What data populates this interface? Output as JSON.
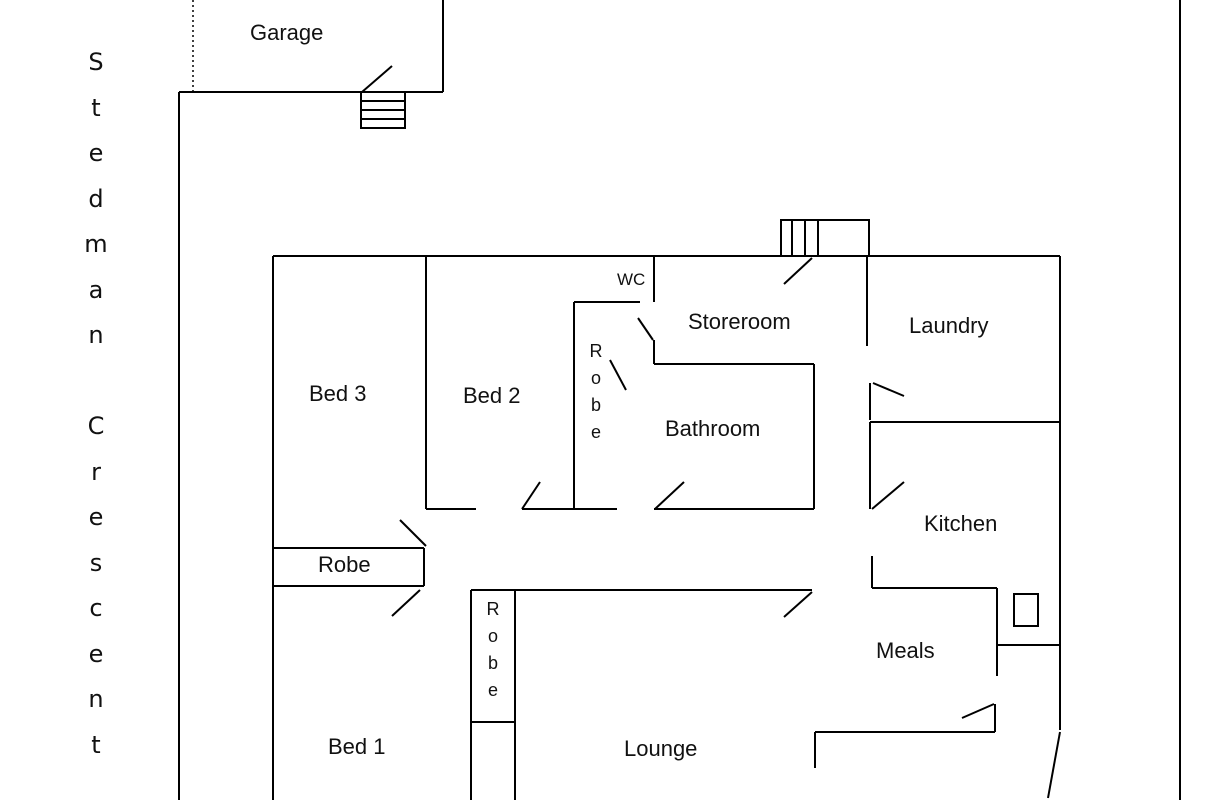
{
  "street": {
    "word1": [
      "S",
      "t",
      "e",
      "d",
      "m",
      "a",
      "n"
    ],
    "word2": [
      "C",
      "r",
      "e",
      "s",
      "c",
      "e",
      "n",
      "t"
    ]
  },
  "rooms": {
    "garage": "Garage",
    "wc": "WC",
    "storeroom": "Storeroom",
    "laundry": "Laundry",
    "bed3": "Bed 3",
    "bed2": "Bed 2",
    "bathroom": "Bathroom",
    "kitchen": "Kitchen",
    "robe_hall": "Robe",
    "meals": "Meals",
    "bed1": "Bed 1",
    "lounge": "Lounge"
  },
  "robe_vertical_1": [
    "R",
    "o",
    "b",
    "e"
  ],
  "robe_vertical_2": [
    "R",
    "o",
    "b",
    "e"
  ]
}
